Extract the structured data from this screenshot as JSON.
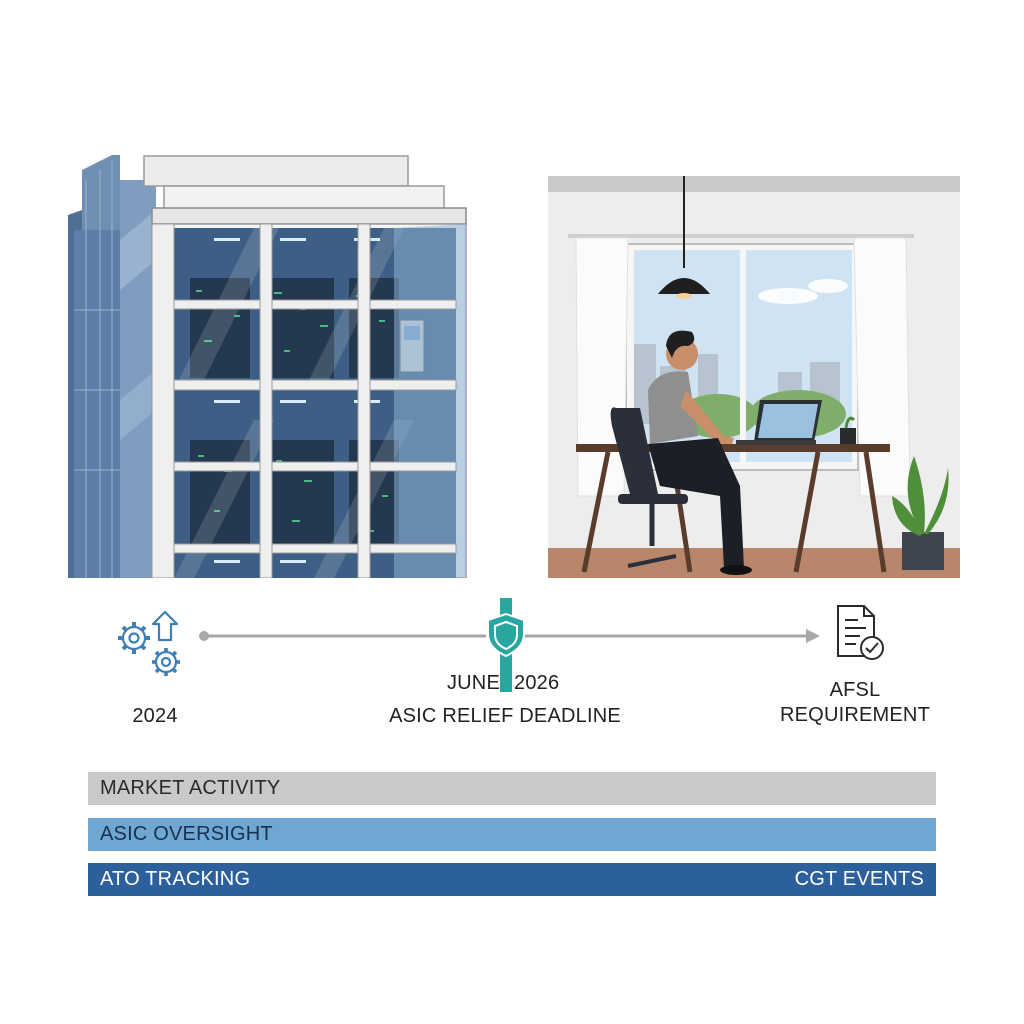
{
  "timeline": {
    "start_label": "2024",
    "deadline_month": "JUNE",
    "deadline_year": "2026",
    "deadline_caption": "ASIC RELIEF DEADLINE",
    "end_label_line1": "AFSL",
    "end_label_line2": "REQUIREMENT"
  },
  "bars": {
    "market": {
      "label": "MARKET ACTIVITY",
      "right_label": ""
    },
    "asic": {
      "label": "ASIC OVERSIGHT",
      "right_label": ""
    },
    "ato": {
      "label": "ATO TRACKING",
      "right_label": "CGT EVENTS"
    }
  },
  "colors": {
    "timeline_line": "#a8a8a8",
    "shield": "#2aa6a0",
    "icon_blue": "#3f7fb5",
    "bar_market": "#c9c9c9",
    "bar_asic": "#6fa7d2",
    "bar_ato": "#2c609c"
  },
  "icons": {
    "start": "gears-upload-icon",
    "deadline": "shield-icon",
    "end": "document-check-icon"
  }
}
